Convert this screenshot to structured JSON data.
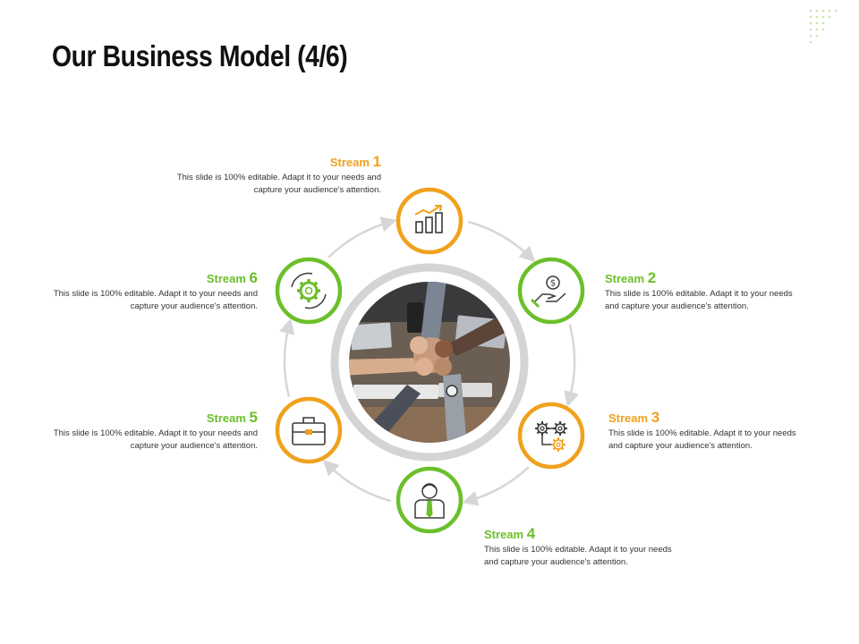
{
  "slide": {
    "title": "Our Business Model (4/6)"
  },
  "colors": {
    "orange": "#F0A11C",
    "green": "#6CBF2A",
    "arrow": "#D6D6D6",
    "ring": "#D4D4D4",
    "dots": "#C7E6A9"
  },
  "streams": [
    {
      "word": "Stream",
      "number": "1",
      "color": "orange",
      "icon": "bar-chart-growth-icon",
      "text": "This slide is 100% editable.  Adapt it to your needs and capture your audience's attention."
    },
    {
      "word": "Stream",
      "number": "2",
      "color": "green",
      "icon": "dollar-hand-icon",
      "text": "This slide is 100% editable.  Adapt it to your needs and capture your audience's attention."
    },
    {
      "word": "Stream",
      "number": "3",
      "color": "orange",
      "icon": "gears-process-icon",
      "text": "This slide is 100% editable.  Adapt it to your needs and capture your audience's attention."
    },
    {
      "word": "Stream",
      "number": "4",
      "color": "green",
      "icon": "businessman-icon",
      "text": "This slide is 100% editable.  Adapt it to your needs and capture your audience's attention."
    },
    {
      "word": "Stream",
      "number": "5",
      "color": "orange",
      "icon": "briefcase-icon",
      "text": "This slide is 100% editable.  Adapt it to your needs and capture your audience's attention."
    },
    {
      "word": "Stream",
      "number": "6",
      "color": "green",
      "icon": "gear-cycle-icon",
      "text": "This slide is 100% editable.  Adapt it to your needs and capture your audience's attention."
    }
  ],
  "center_image": {
    "icon": "teamwork-fist-bump-photo"
  }
}
